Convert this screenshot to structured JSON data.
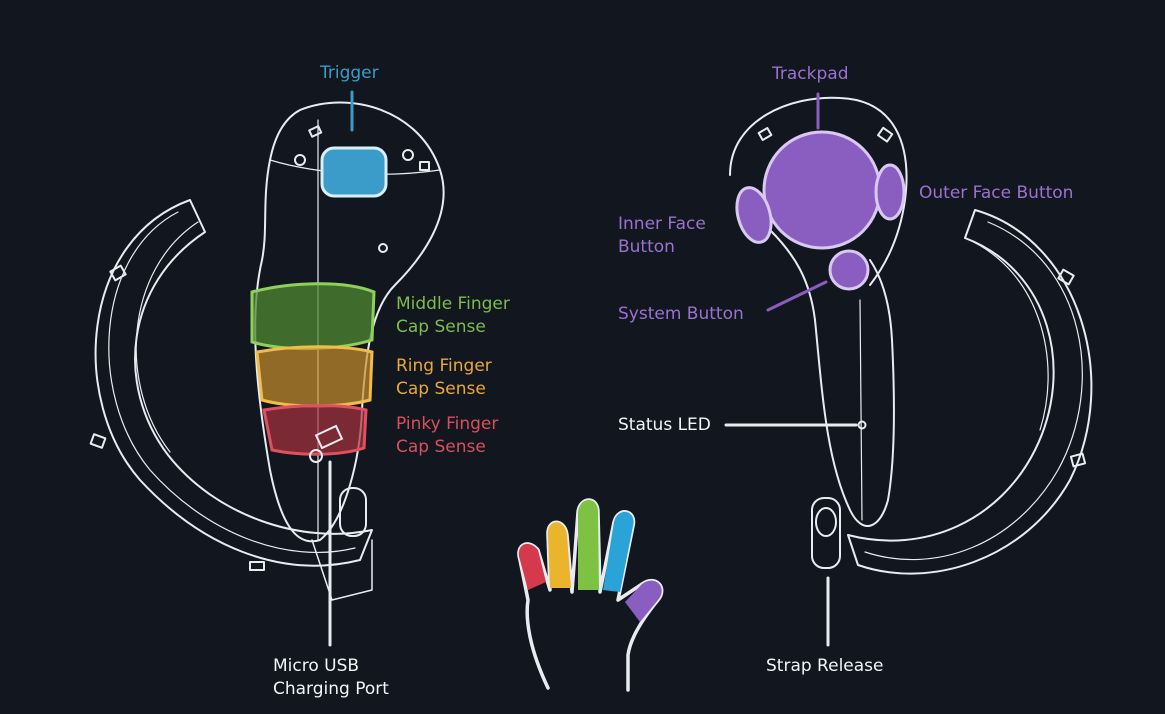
{
  "colors": {
    "background": "#12161f",
    "outline": "#e8ecf2",
    "trigger": "#3b9cc9",
    "middle": "#5a9a3a",
    "ring": "#e2a33a",
    "pinky": "#c8424f",
    "purple": "#8a5ec0",
    "white_label": "#f2f4f7"
  },
  "labels": {
    "trigger": "Trigger",
    "middle_finger": "Middle Finger\nCap Sense",
    "ring_finger": "Ring Finger\nCap Sense",
    "pinky_finger": "Pinky Finger\nCap Sense",
    "micro_usb": "Micro USB\nCharging Port",
    "trackpad": "Trackpad",
    "outer_face_button": "Outer Face Button",
    "inner_face_button": "Inner Face\nButton",
    "system_button": "System Button",
    "status_led": "Status LED",
    "strap_release": "Strap Release"
  },
  "hand_icon": {
    "name": "hand-icon",
    "finger_colors": [
      "#d43a4b",
      "#eab52c",
      "#7dc242",
      "#2aa3d8",
      "#8a5ec0"
    ]
  }
}
